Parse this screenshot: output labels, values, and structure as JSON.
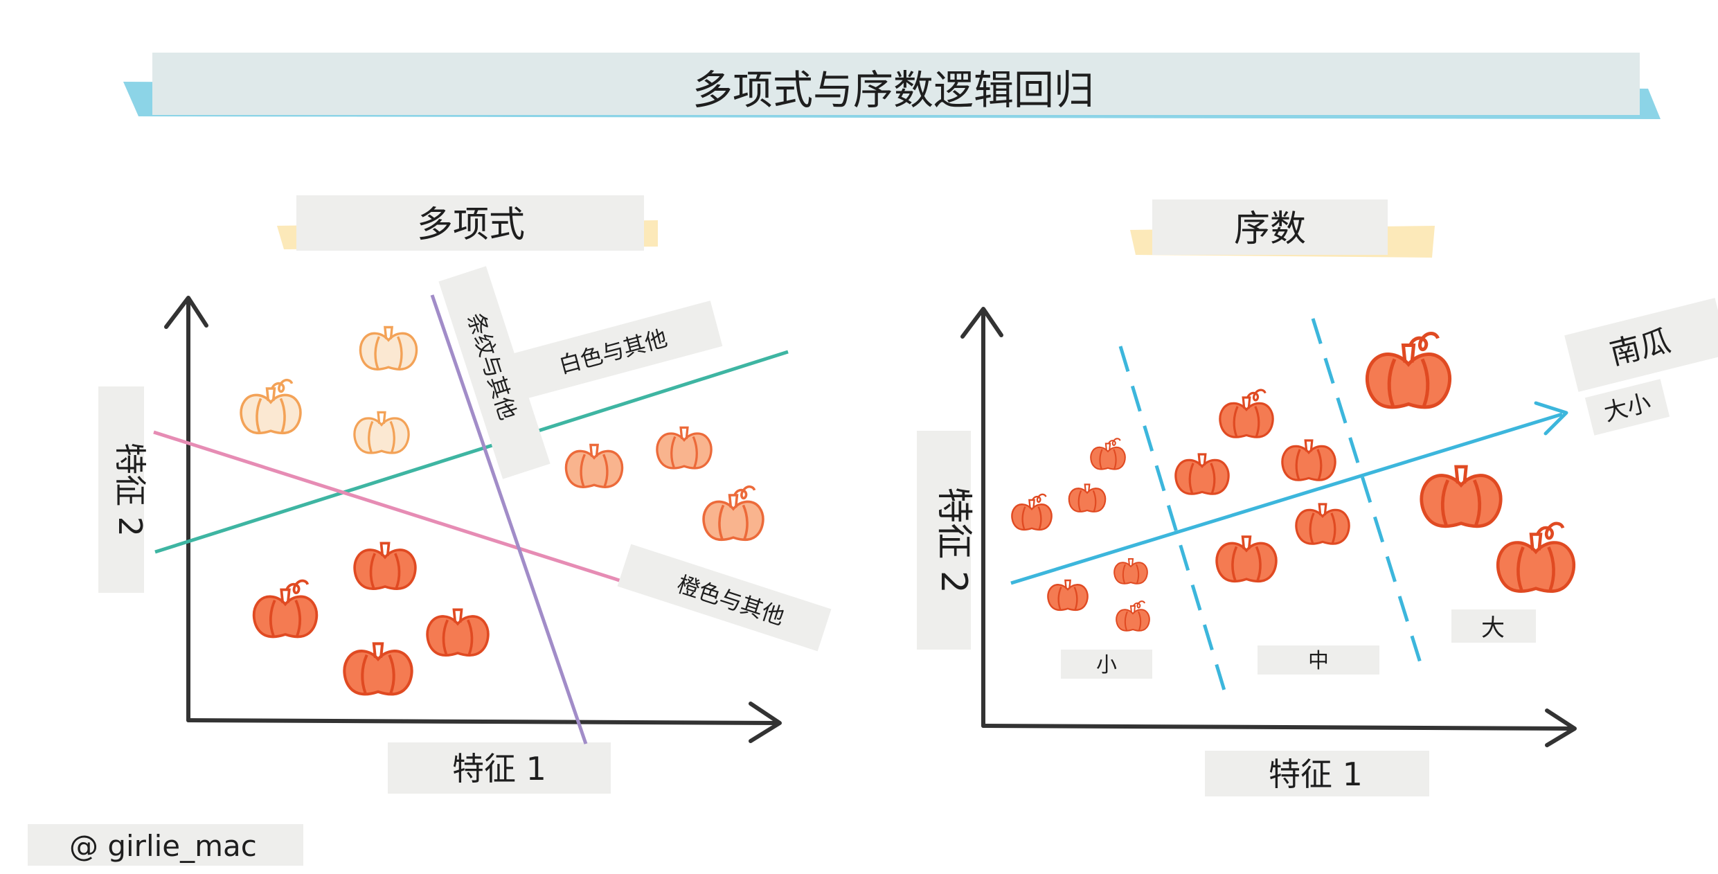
{
  "title": "多项式与序数逻辑回归",
  "colors": {
    "pumpkin_orange": "#f05a2e",
    "pumpkin_light": "#f3a257",
    "teal_line": "#3eb5a2",
    "pink_line": "#e68cb4",
    "purple_line": "#a18cc8",
    "blue_line": "#3cb6dc",
    "axis": "#333333",
    "label_bg": "#eeeeec",
    "title_bg": "#dfe9ea",
    "title_brush": "#78cde3",
    "subtitle_brush": "#fbe3a8"
  },
  "multinomial": {
    "heading": "多项式",
    "y_axis_label": "特征 2",
    "x_axis_label": "特征 1",
    "boundaries": {
      "striped": "条纹与其他",
      "white": "白色与其他",
      "orange": "橙色与其他"
    }
  },
  "ordinal": {
    "heading": "序数",
    "y_axis_label": "特征 2",
    "x_axis_label": "特征 1",
    "axis_label_line1": "南瓜",
    "axis_label_line2": "大小",
    "categories": {
      "small": "小",
      "medium": "中",
      "large": "大"
    }
  },
  "credit": "@ girlie_mac"
}
